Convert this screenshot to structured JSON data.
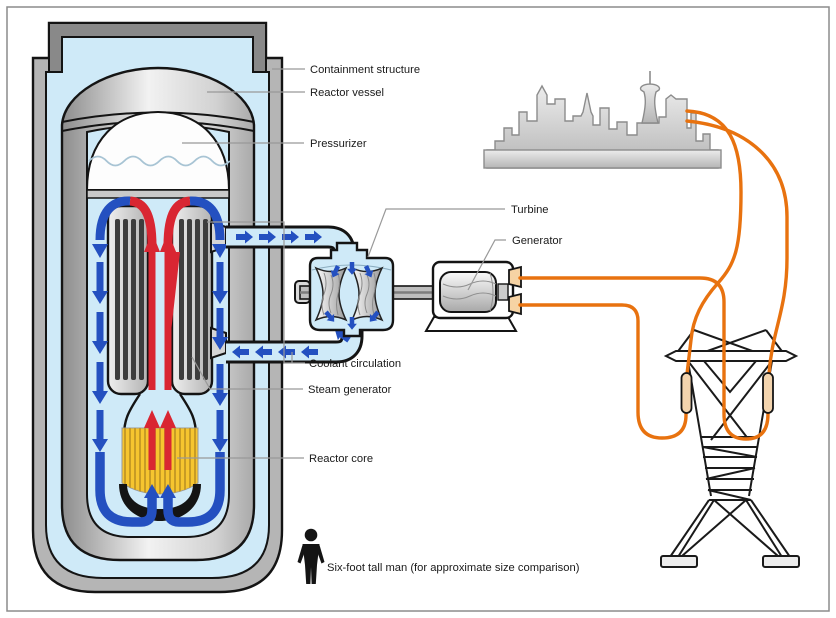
{
  "figure": {
    "labels": {
      "containment_structure": "Containment structure",
      "reactor_vessel": "Reactor vessel",
      "pressurizer": "Pressurizer",
      "turbine": "Turbine",
      "generator": "Generator",
      "coolant_circulation": "Coolant circulation",
      "steam_generator": "Steam generator",
      "reactor_core": "Reactor core",
      "scale_note": "Six-foot tall man (for approximate size comparison)"
    },
    "colors": {
      "cold_coolant_blue": "#2450c0",
      "hot_coolant_red": "#d92632",
      "water_light_blue": "#cfeaf8",
      "power_line_orange": "#e8720f",
      "core_yellow": "#f6c52f",
      "core_stripe": "#c79b25",
      "insulator_tan": "#f3d4ae",
      "connector_tan": "#f6d3a4",
      "structure_gray": "#b5b5b5",
      "cap_dark_gray": "#898989",
      "leader_line_gray": "#999999"
    }
  }
}
